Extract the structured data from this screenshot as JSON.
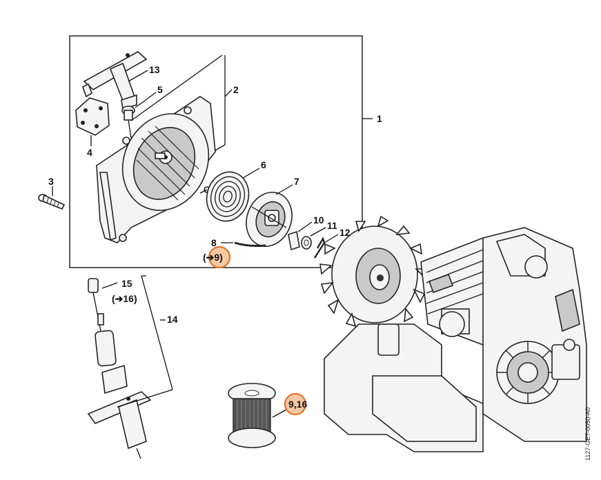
{
  "callouts": [
    {
      "id": "c1",
      "text": "1"
    },
    {
      "id": "c2",
      "text": "2"
    },
    {
      "id": "c3",
      "text": "3"
    },
    {
      "id": "c4",
      "text": "4"
    },
    {
      "id": "c5",
      "text": "5"
    },
    {
      "id": "c6",
      "text": "6"
    },
    {
      "id": "c7",
      "text": "7"
    },
    {
      "id": "c8",
      "text": "8"
    },
    {
      "id": "c10",
      "text": "10"
    },
    {
      "id": "c11",
      "text": "11"
    },
    {
      "id": "c12",
      "text": "12"
    },
    {
      "id": "c13",
      "text": "13"
    },
    {
      "id": "c14",
      "text": "14"
    },
    {
      "id": "c15",
      "text": "15"
    }
  ],
  "references": {
    "ref_9": "(➔9)",
    "ref_16": "(➔16)",
    "ref_9_16": "9,16"
  },
  "drawing_code": "1127-GET-0050-A0",
  "colors": {
    "highlight_fill": "#f6c9a4",
    "highlight_stroke": "#e2742a",
    "line": "#111111"
  }
}
